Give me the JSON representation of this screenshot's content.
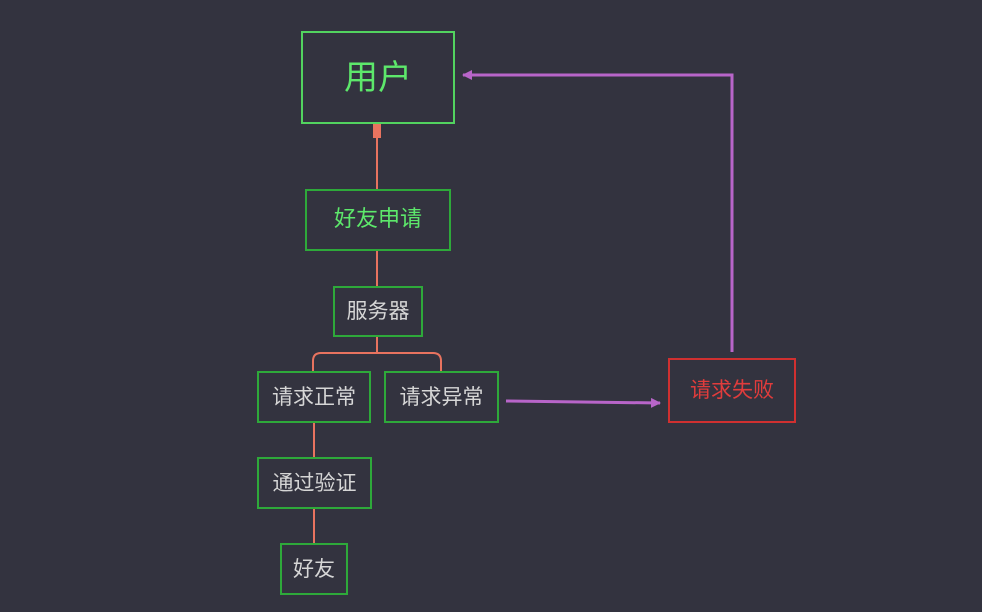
{
  "nodes": {
    "user": "用户",
    "friend_request": "好友申请",
    "server": "服务器",
    "request_ok": "请求正常",
    "request_error": "请求异常",
    "verified": "通过验证",
    "friend": "好友",
    "request_failed": "请求失败"
  },
  "colors": {
    "background": "#33333f",
    "tree_line": "#e8735f",
    "arrow": "#b865c9",
    "node_border_green": "#2ea93a",
    "node_border_red": "#d03030",
    "text_green": "#5de86b",
    "text_gray": "#d6d6d6",
    "text_red": "#e03c3c"
  }
}
